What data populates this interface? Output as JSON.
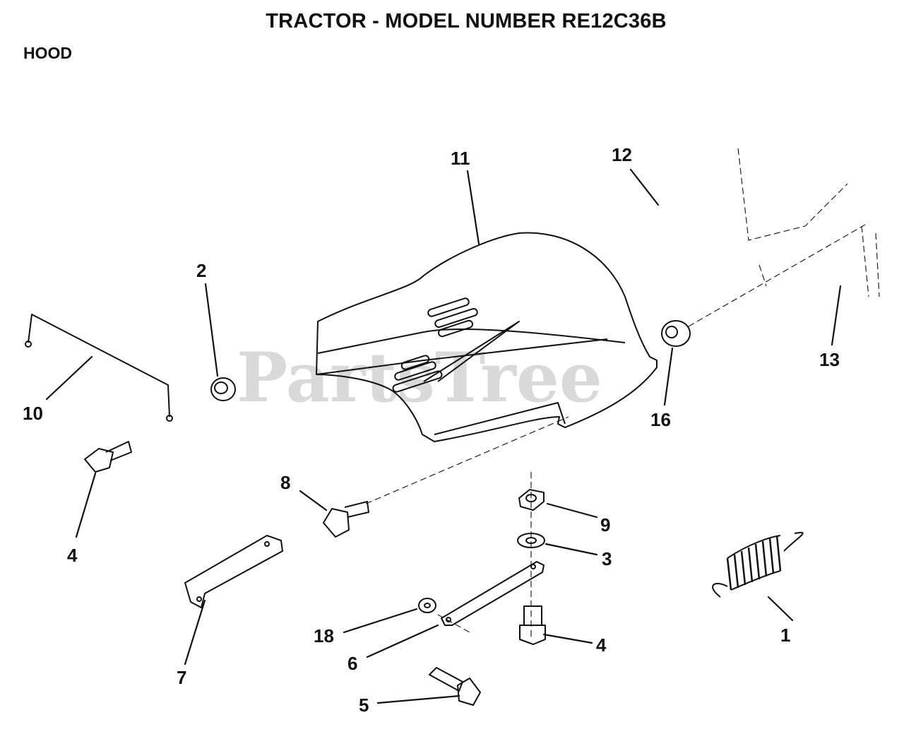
{
  "header": {
    "title": "TRACTOR  - MODEL NUMBER RE12C36B",
    "section": "HOOD"
  },
  "watermark": "PartsTree",
  "callouts": [
    {
      "id": "c1",
      "label": "1"
    },
    {
      "id": "c2",
      "label": "2"
    },
    {
      "id": "c3",
      "label": "3"
    },
    {
      "id": "c4a",
      "label": "4"
    },
    {
      "id": "c4b",
      "label": "4"
    },
    {
      "id": "c5",
      "label": "5"
    },
    {
      "id": "c6",
      "label": "6"
    },
    {
      "id": "c7",
      "label": "7"
    },
    {
      "id": "c8",
      "label": "8"
    },
    {
      "id": "c9",
      "label": "9"
    },
    {
      "id": "c10",
      "label": "10"
    },
    {
      "id": "c11",
      "label": "11"
    },
    {
      "id": "c12",
      "label": "12"
    },
    {
      "id": "c13",
      "label": "13"
    },
    {
      "id": "c16",
      "label": "16"
    },
    {
      "id": "c18",
      "label": "18"
    }
  ]
}
